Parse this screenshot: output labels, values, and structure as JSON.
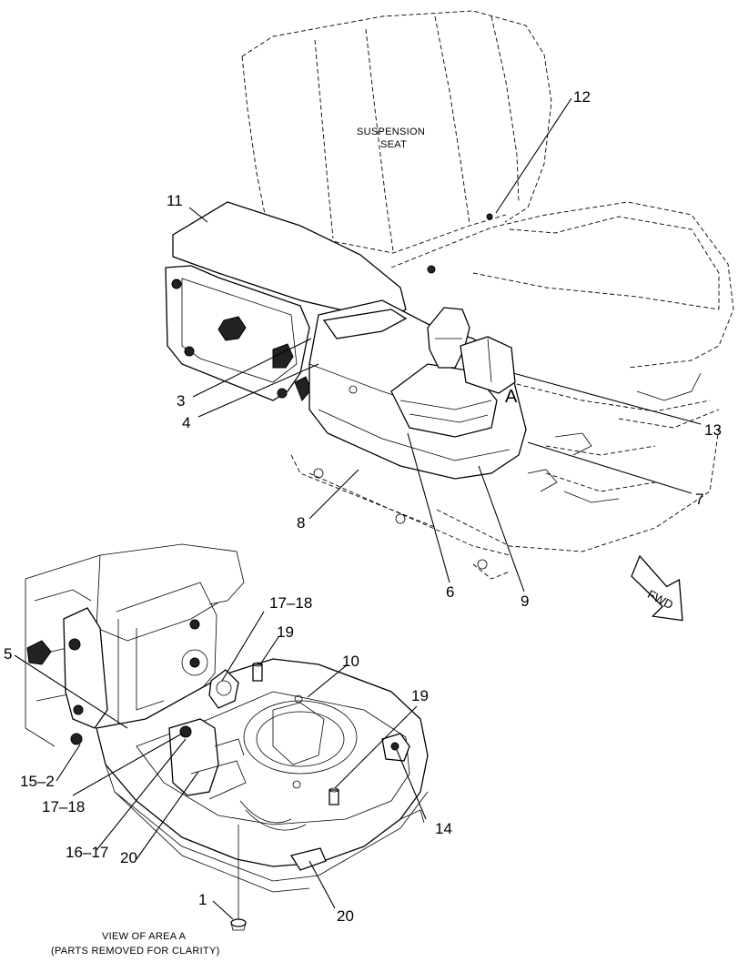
{
  "colors": {
    "ink": "#000000",
    "paper": "#ffffff"
  },
  "labels": {
    "seat_title_line1": "SUSPENSION",
    "seat_title_line2": "SEAT",
    "area_marker": "A",
    "fwd": "FWD",
    "view_caption_line1": "VIEW OF AREA  A",
    "view_caption_line2": "(PARTS REMOVED FOR CLARITY)"
  },
  "callouts": {
    "c1": "1",
    "c3": "3",
    "c4": "4",
    "c5": "5",
    "c6": "6",
    "c7": "7",
    "c8": "8",
    "c9": "9",
    "c10": "10",
    "c11": "11",
    "c12": "12",
    "c13": "13",
    "c14": "14",
    "c15_2": "15–2",
    "c16_17": "16–17",
    "c17_18_top": "17–18",
    "c17_18_left": "17–18",
    "c19_top": "19",
    "c19_right": "19",
    "c20_left": "20",
    "c20_bottom": "20"
  }
}
